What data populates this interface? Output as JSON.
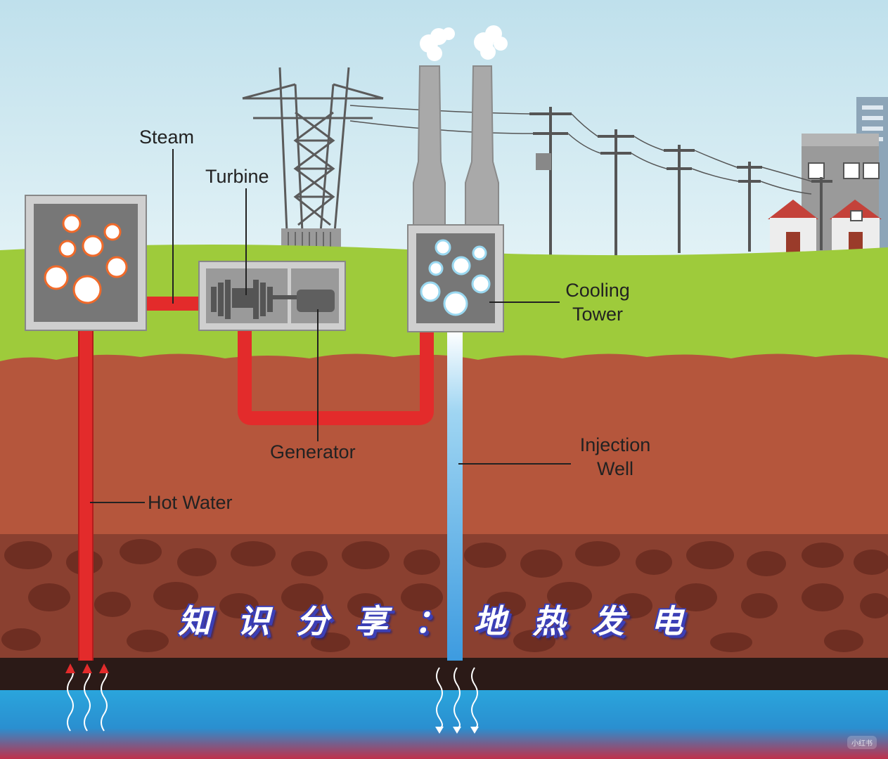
{
  "labels": {
    "steam": "Steam",
    "turbine": "Turbine",
    "cooling_tower_line1": "Cooling",
    "cooling_tower_line2": "Tower",
    "generator": "Generator",
    "injection_well_line1": "Injection",
    "injection_well_line2": "Well",
    "hot_water": "Hot Water"
  },
  "title": "知识分享：地热发电",
  "watermark": "小红书",
  "colors": {
    "sky": "#cfe8f0",
    "grass": "#9ecb3b",
    "soil": "#b5563c",
    "rock_layer": "#8a4030",
    "bedrock": "#2b1a17",
    "water": "#2aa5dc",
    "hot_pipe": "#e32b2b",
    "cold_pipe": "#62b8e8",
    "building_frame": "#c9c9c9",
    "building_inner": "#777777",
    "title_text": "#ffffff",
    "title_shadow": "#3b3fb6"
  }
}
